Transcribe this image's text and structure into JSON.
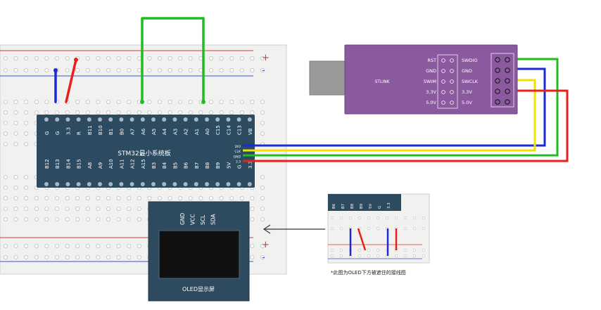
{
  "colors": {
    "board": "#2c4a60",
    "board_pins_text": "#ffffff",
    "oled_body": "#2d4a5f",
    "oled_screen": "#111111",
    "stlink_body": "#8b5a9e",
    "usb_plug": "#9a9a9a",
    "breadboard": "#f1f1ef",
    "hole": "#c8c8c8",
    "rail_red": "#d63a3a",
    "rail_blue": "#3a4fd6",
    "wire_green": "#22bb22",
    "wire_blue": "#1a2bd6",
    "wire_yellow": "#f2e000",
    "wire_red": "#e8201a",
    "arrow": "#333333"
  },
  "breadboard": {
    "plus_label": "+",
    "minus_label": "-"
  },
  "stm32": {
    "title": "STM32最小系统板",
    "top_pins": [
      "G",
      "G",
      "3.3",
      "R",
      "B11",
      "B10",
      "B1",
      "B0",
      "A7",
      "A6",
      "A5",
      "A4",
      "A3",
      "A2",
      "A1",
      "A0",
      "C15",
      "C14",
      "C13",
      "VB"
    ],
    "bottom_pins": [
      "B12",
      "B13",
      "B14",
      "B15",
      "A8",
      "A9",
      "A10",
      "A11",
      "A12",
      "A15",
      "B3",
      "B4",
      "B5",
      "B6",
      "B7",
      "B8",
      "B9",
      "5V",
      "G",
      "3.3"
    ],
    "swd_pins": [
      "DIO",
      "CLK",
      "GND",
      "3.3"
    ]
  },
  "oled": {
    "pins": [
      "GND",
      "VCC",
      "SCL",
      "SDA"
    ],
    "title": "OLED显示屏"
  },
  "stlink": {
    "name": "STLINK",
    "left_labels": [
      "RST",
      "GND",
      "SWIM",
      "3.3V",
      "5.0V"
    ],
    "right_labels": [
      "SWDIO",
      "GND",
      "SWCLK",
      "3.3V",
      "5.0V"
    ]
  },
  "inset": {
    "pins": [
      "B6",
      "B7",
      "B8",
      "B9",
      "5V",
      "G",
      "3.3"
    ],
    "caption": "*此图为OLED下方被遮住的接线图"
  }
}
